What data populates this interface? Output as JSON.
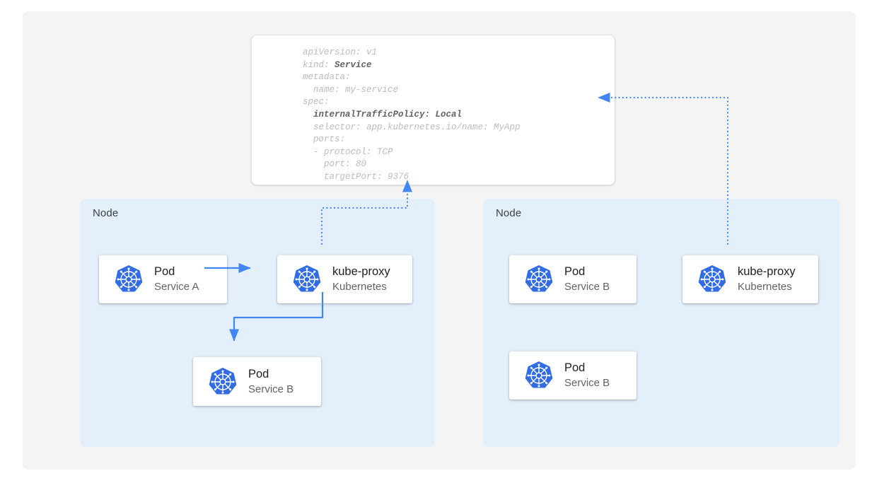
{
  "colors": {
    "page_background": "#ffffff",
    "panel_background": "#f4f4f4",
    "node_background": "#e3f0fc",
    "card_background": "#ffffff",
    "accent_blue": "#4285f4",
    "k8s_logo_blue": "#326ce5",
    "title_text": "#202124",
    "subtitle_text": "#5f6368",
    "code_text": "#b9bcc0",
    "code_bold_text": "#5f6368"
  },
  "yaml_manifest": {
    "lines": [
      {
        "text": "apiVersion: v1",
        "bold": false
      },
      {
        "text": "kind: ",
        "bold_suffix": "Service"
      },
      {
        "text": "metadata:",
        "bold": false
      },
      {
        "text": "  name: my-service",
        "bold": false
      },
      {
        "text": "spec:",
        "bold": false
      },
      {
        "text": "  internalTrafficPolicy: Local",
        "bold": true
      },
      {
        "text": "  selector: app.kubernetes.io/name: MyApp",
        "bold": false
      },
      {
        "text": "  ports:",
        "bold": false
      },
      {
        "text": "  - protocol: TCP",
        "bold": false
      },
      {
        "text": "    port: 80",
        "bold": false
      },
      {
        "text": "    targetPort: 9376",
        "bold": false
      }
    ],
    "plain_text": "apiVersion: v1\nkind: Service\nmetadata:\n  name: my-service\nspec:\n  internalTrafficPolicy: Local\n  selector: app.kubernetes.io/name: MyApp\n  ports:\n  - protocol: TCP\n    port: 80\n    targetPort: 9376"
  },
  "nodes": [
    {
      "id": "node-left",
      "label": "Node"
    },
    {
      "id": "node-right",
      "label": "Node"
    }
  ],
  "cards": [
    {
      "id": "card-pod-a",
      "title": "Pod",
      "subtitle": "Service A",
      "icon": "kubernetes-icon"
    },
    {
      "id": "card-kubeproxy-l",
      "title": "kube-proxy",
      "subtitle": "Kubernetes",
      "icon": "kubernetes-icon"
    },
    {
      "id": "card-pod-b-l",
      "title": "Pod",
      "subtitle": "Service B",
      "icon": "kubernetes-icon"
    },
    {
      "id": "card-pod-b-r",
      "title": "Pod",
      "subtitle": "Service B",
      "icon": "kubernetes-icon"
    },
    {
      "id": "card-pod-b-r2",
      "title": "Pod",
      "subtitle": "Service B",
      "icon": "kubernetes-icon"
    },
    {
      "id": "card-kubeproxy-r",
      "title": "kube-proxy",
      "subtitle": "Kubernetes",
      "icon": "kubernetes-icon"
    }
  ],
  "connectors": [
    {
      "name": "pod-a-to-kube-proxy",
      "style": "solid",
      "from": "card-pod-a",
      "to": "card-kubeproxy-l"
    },
    {
      "name": "kube-proxy-to-pod-b-local",
      "style": "solid",
      "from": "card-kubeproxy-l",
      "to": "card-pod-b-l"
    },
    {
      "name": "kube-proxy-left-to-manifest",
      "style": "dotted",
      "from": "card-kubeproxy-l",
      "to": "yaml-card"
    },
    {
      "name": "kube-proxy-right-to-manifest",
      "style": "dotted",
      "from": "card-kubeproxy-r",
      "to": "yaml-card"
    }
  ]
}
